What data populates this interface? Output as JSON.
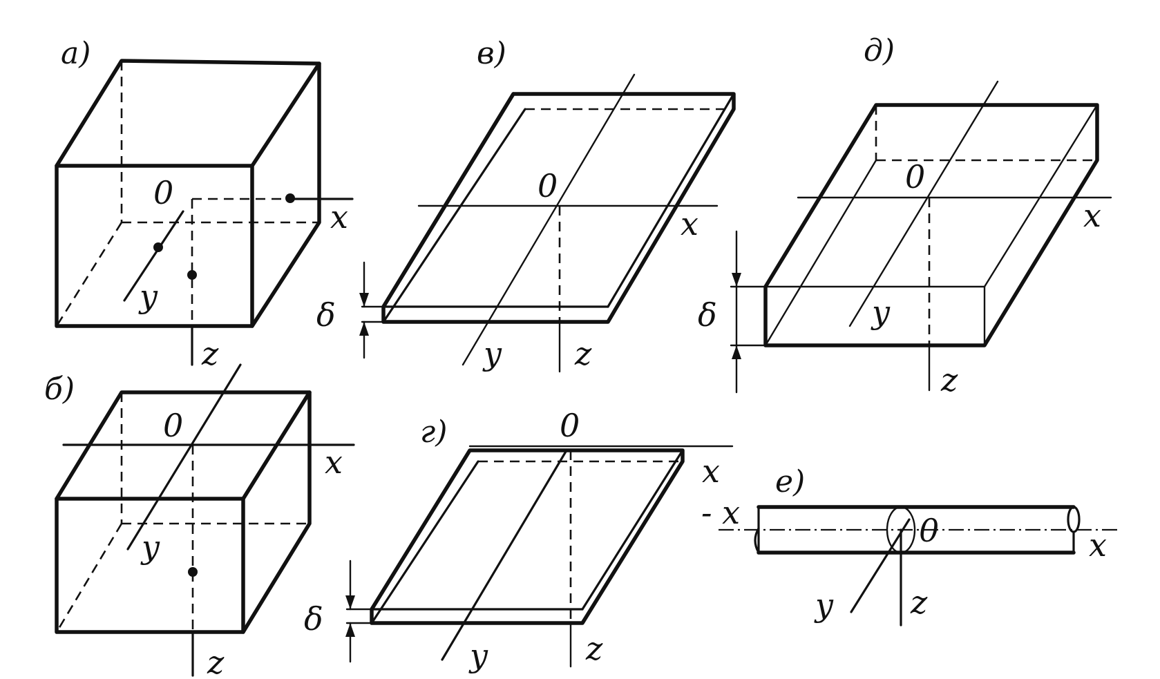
{
  "panels": {
    "a": {
      "label": "а)",
      "origin": "0",
      "axes": {
        "x": "x",
        "y": "y",
        "z": "z"
      }
    },
    "b": {
      "label": "б)",
      "origin": "0",
      "axes": {
        "x": "x",
        "y": "y",
        "z": "z"
      }
    },
    "v": {
      "label": "в)",
      "origin": "0",
      "thickness": "δ",
      "axes": {
        "x": "x",
        "y": "y",
        "z": "z"
      }
    },
    "g": {
      "label": "г)",
      "origin": "0",
      "thickness": "δ",
      "axes": {
        "x": "x",
        "y": "y",
        "z": "z"
      }
    },
    "d": {
      "label": "д)",
      "origin": "0",
      "thickness": "δ",
      "axes": {
        "x": "x",
        "y": "y",
        "z": "z"
      }
    },
    "e": {
      "label": "е)",
      "origin": "0",
      "axes": {
        "x": "x",
        "minus_x": "- x",
        "y": "y",
        "z": "z"
      }
    }
  }
}
